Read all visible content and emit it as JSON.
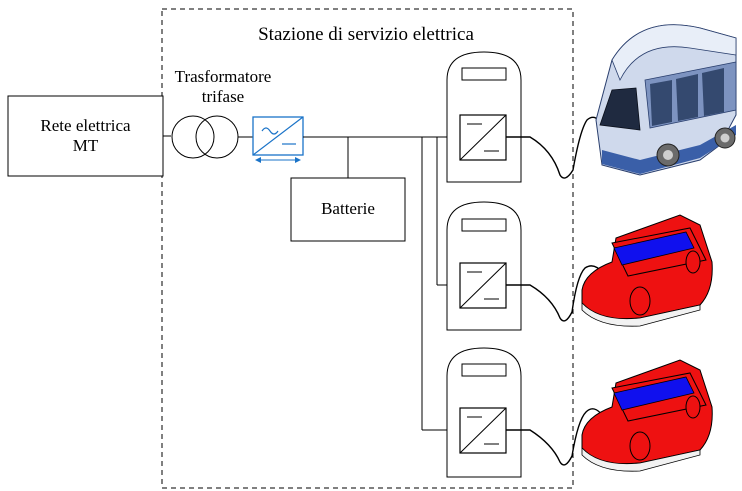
{
  "station": {
    "title": "Stazione di servizio elettrica"
  },
  "grid": {
    "line1": "Rete elettrica",
    "line2": "MT"
  },
  "transformer": {
    "line1": "Trasformatore",
    "line2": "trifase"
  },
  "battery": {
    "label": "Batterie"
  },
  "colors": {
    "converter_blue": "#1a73c8",
    "car_red": "#ee1111",
    "car_blue_stripe": "#1010ee",
    "bus_blue": "#3a5fa8"
  },
  "icons": {
    "transformer": "transformer-icon",
    "acdc_converter": "ac-dc-converter-icon",
    "dcdc_converter": "dc-dc-converter-icon",
    "bus": "bus-icon",
    "car": "car-icon"
  }
}
